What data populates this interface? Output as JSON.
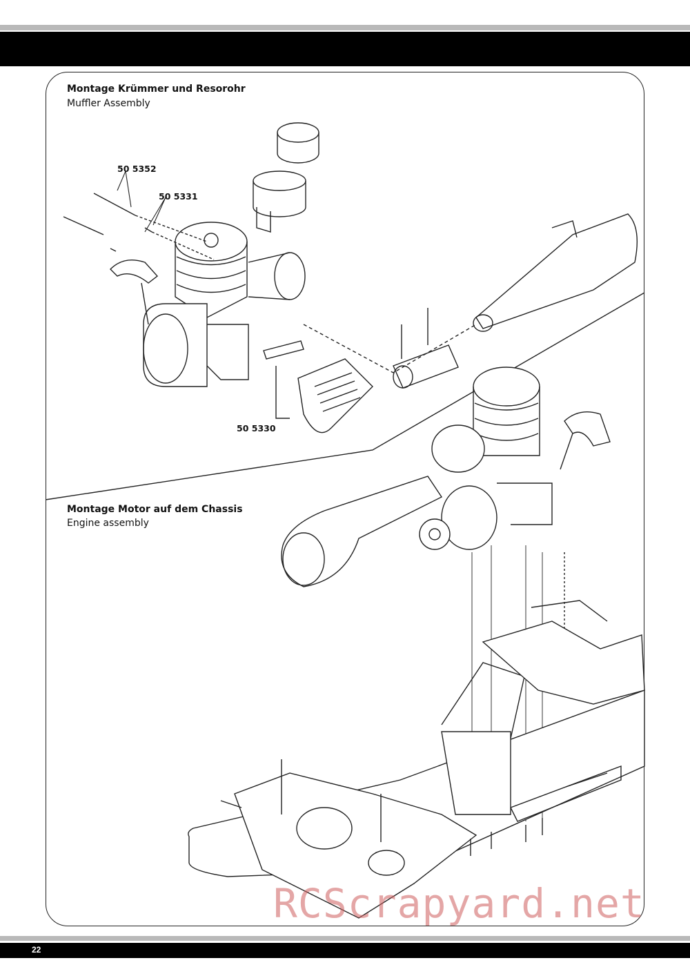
{
  "section1": {
    "title": "Montage Krümmer und Resorohr",
    "subtitle": "Muffler Assembly",
    "parts": {
      "screws": "50 5352",
      "washers": "50 5331",
      "gasket": "50 5330"
    }
  },
  "section2": {
    "title": "Montage Motor auf dem Chassis",
    "subtitle": "Engine assembly"
  },
  "watermark": "RCScrapyard.net",
  "page_number": "22"
}
